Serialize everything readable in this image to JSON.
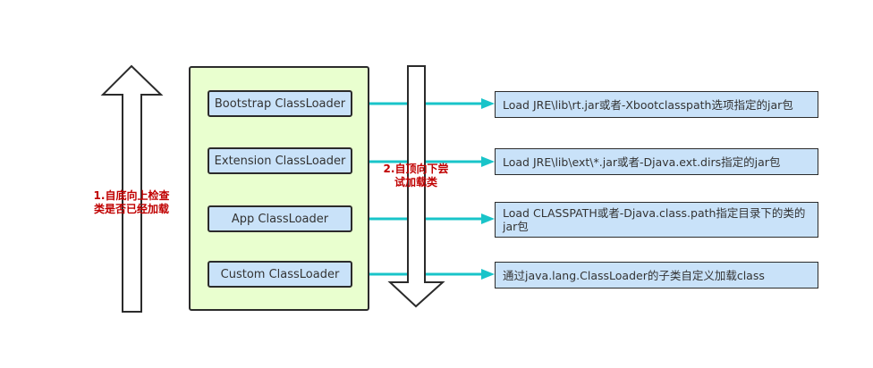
{
  "colors": {
    "panel": "#e9ffcf",
    "box": "#c9e2f9",
    "connector": "#19c4c9",
    "note": "#c00000"
  },
  "notes": {
    "bottom_up_line1": "1.自底向上检查",
    "bottom_up_line2": "类是否已经加载",
    "top_down_line1": "2.自顶向下尝",
    "top_down_line2": "试加载类"
  },
  "loaders": [
    {
      "label": "Bootstrap ClassLoader",
      "description": "Load JRE\\lib\\rt.jar或者-Xbootclasspath选项指定的jar包"
    },
    {
      "label": "Extension ClassLoader",
      "description": "Load JRE\\lib\\ext\\*.jar或者-Djava.ext.dirs指定的jar包"
    },
    {
      "label": "App ClassLoader",
      "description": "Load CLASSPATH或者-Djava.class.path指定目录下的类的jar包"
    },
    {
      "label": "Custom ClassLoader",
      "description": "通过java.lang.ClassLoader的子类自定义加载class"
    }
  ]
}
